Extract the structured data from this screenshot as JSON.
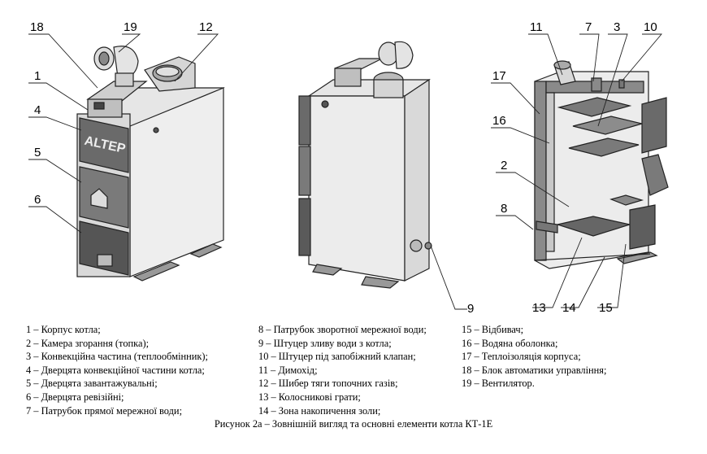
{
  "callouts": {
    "c18": "18",
    "c19": "19",
    "c12": "12",
    "c1": "1",
    "c4": "4",
    "c5": "5",
    "c6": "6",
    "c9": "9",
    "c11": "11",
    "c7": "7",
    "c3": "3",
    "c10": "10",
    "c17": "17",
    "c16": "16",
    "c2": "2",
    "c8": "8",
    "c13": "13",
    "c14": "14",
    "c15": "15"
  },
  "brand": {
    "door_logo": "ALTEP"
  },
  "legend": {
    "col1": [
      "1 – Корпус котла;",
      "2 – Камера згорання (топка);",
      "3 – Конвекційна частина (теплообмінник);",
      "4 – Дверцята конвекційної частини котла;",
      "5 – Дверцята завантажувальні;",
      "6 – Дверцята ревізійні;",
      "7 – Патрубок прямої мережної води;"
    ],
    "col2": [
      "8 – Патрубок зворотної мережної води;",
      "9 – Штуцер зливу води з котла;",
      "10 – Штуцер під запобіжний клапан;",
      "11 – Димохід;",
      "12 – Шибер тяги топочних газів;",
      "13 – Колосникові грати;",
      "14 – Зона накопичення золи;"
    ],
    "col3": [
      "15 – Відбивач;",
      "16 – Водяна оболонка;",
      "17 – Теплоізоляція корпуса;",
      "18 – Блок автоматики управління;",
      "19 – Вентилятор."
    ]
  },
  "caption": "Рисунок 2а – Зовнішній вигляд та основні елементи котла КТ-1Е"
}
